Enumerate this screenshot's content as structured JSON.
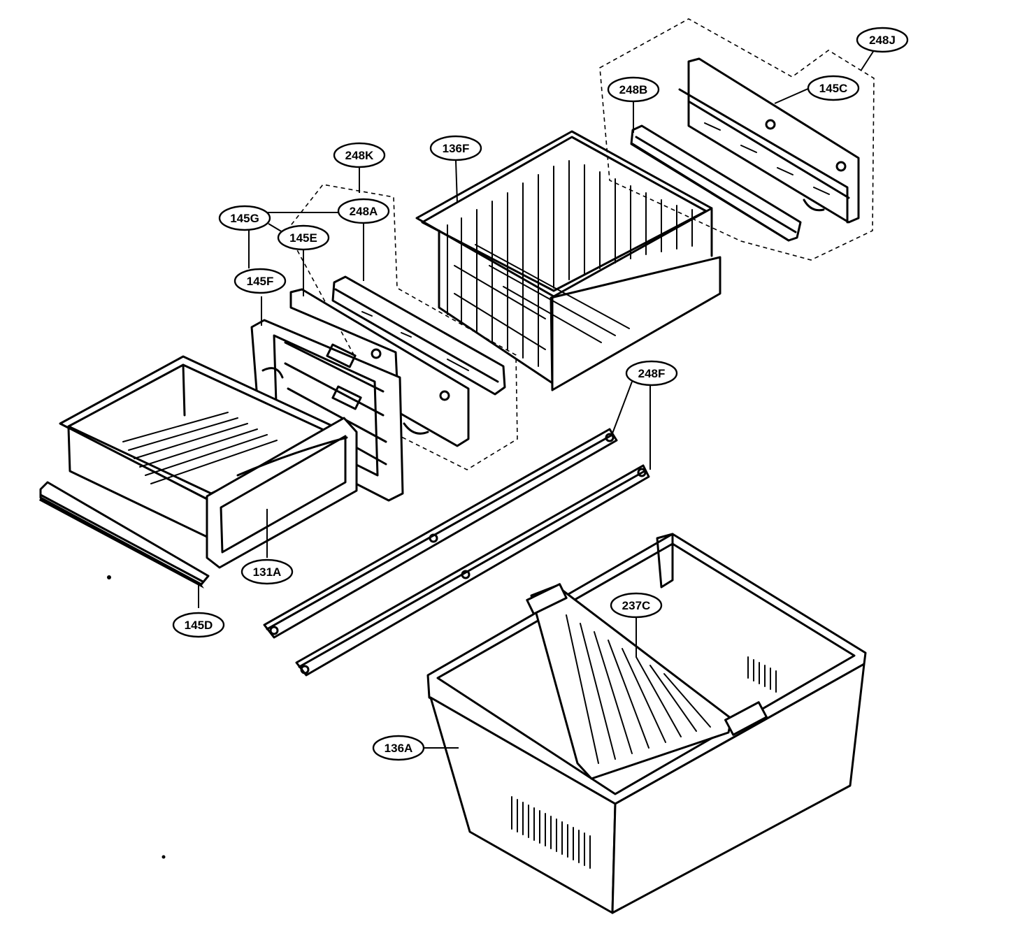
{
  "callouts": [
    {
      "id": "248J",
      "label": "248J"
    },
    {
      "id": "145C",
      "label": "145C"
    },
    {
      "id": "248B",
      "label": "248B"
    },
    {
      "id": "136F",
      "label": "136F"
    },
    {
      "id": "248K",
      "label": "248K"
    },
    {
      "id": "145G",
      "label": "145G"
    },
    {
      "id": "248A",
      "label": "248A"
    },
    {
      "id": "145E",
      "label": "145E"
    },
    {
      "id": "145F",
      "label": "145F"
    },
    {
      "id": "248F",
      "label": "248F"
    },
    {
      "id": "131A",
      "label": "131A"
    },
    {
      "id": "145D",
      "label": "145D"
    },
    {
      "id": "237C",
      "label": "237C"
    },
    {
      "id": "136A",
      "label": "136A"
    }
  ]
}
